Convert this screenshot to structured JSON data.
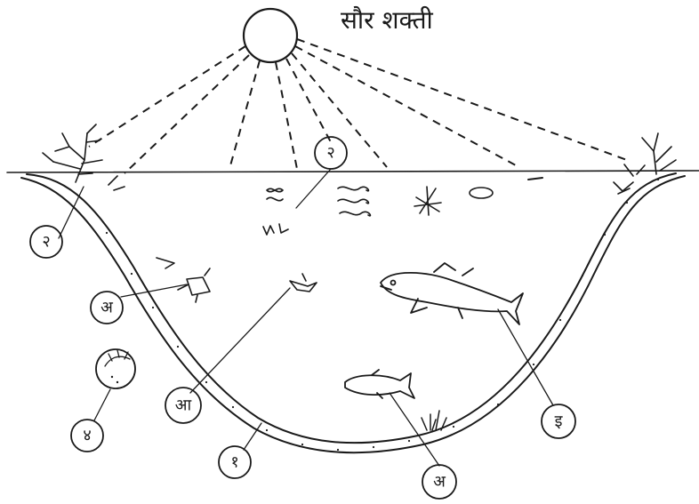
{
  "diagram": {
    "title": "सौर शक्ती",
    "labels": {
      "bottom": "१",
      "plankton_left": "२",
      "plankton_top": "२",
      "consumer_left": "अ",
      "consumer_bottom": "अ",
      "small_fish": "आ",
      "big_fish": "इ",
      "decomposer": "४"
    }
  }
}
